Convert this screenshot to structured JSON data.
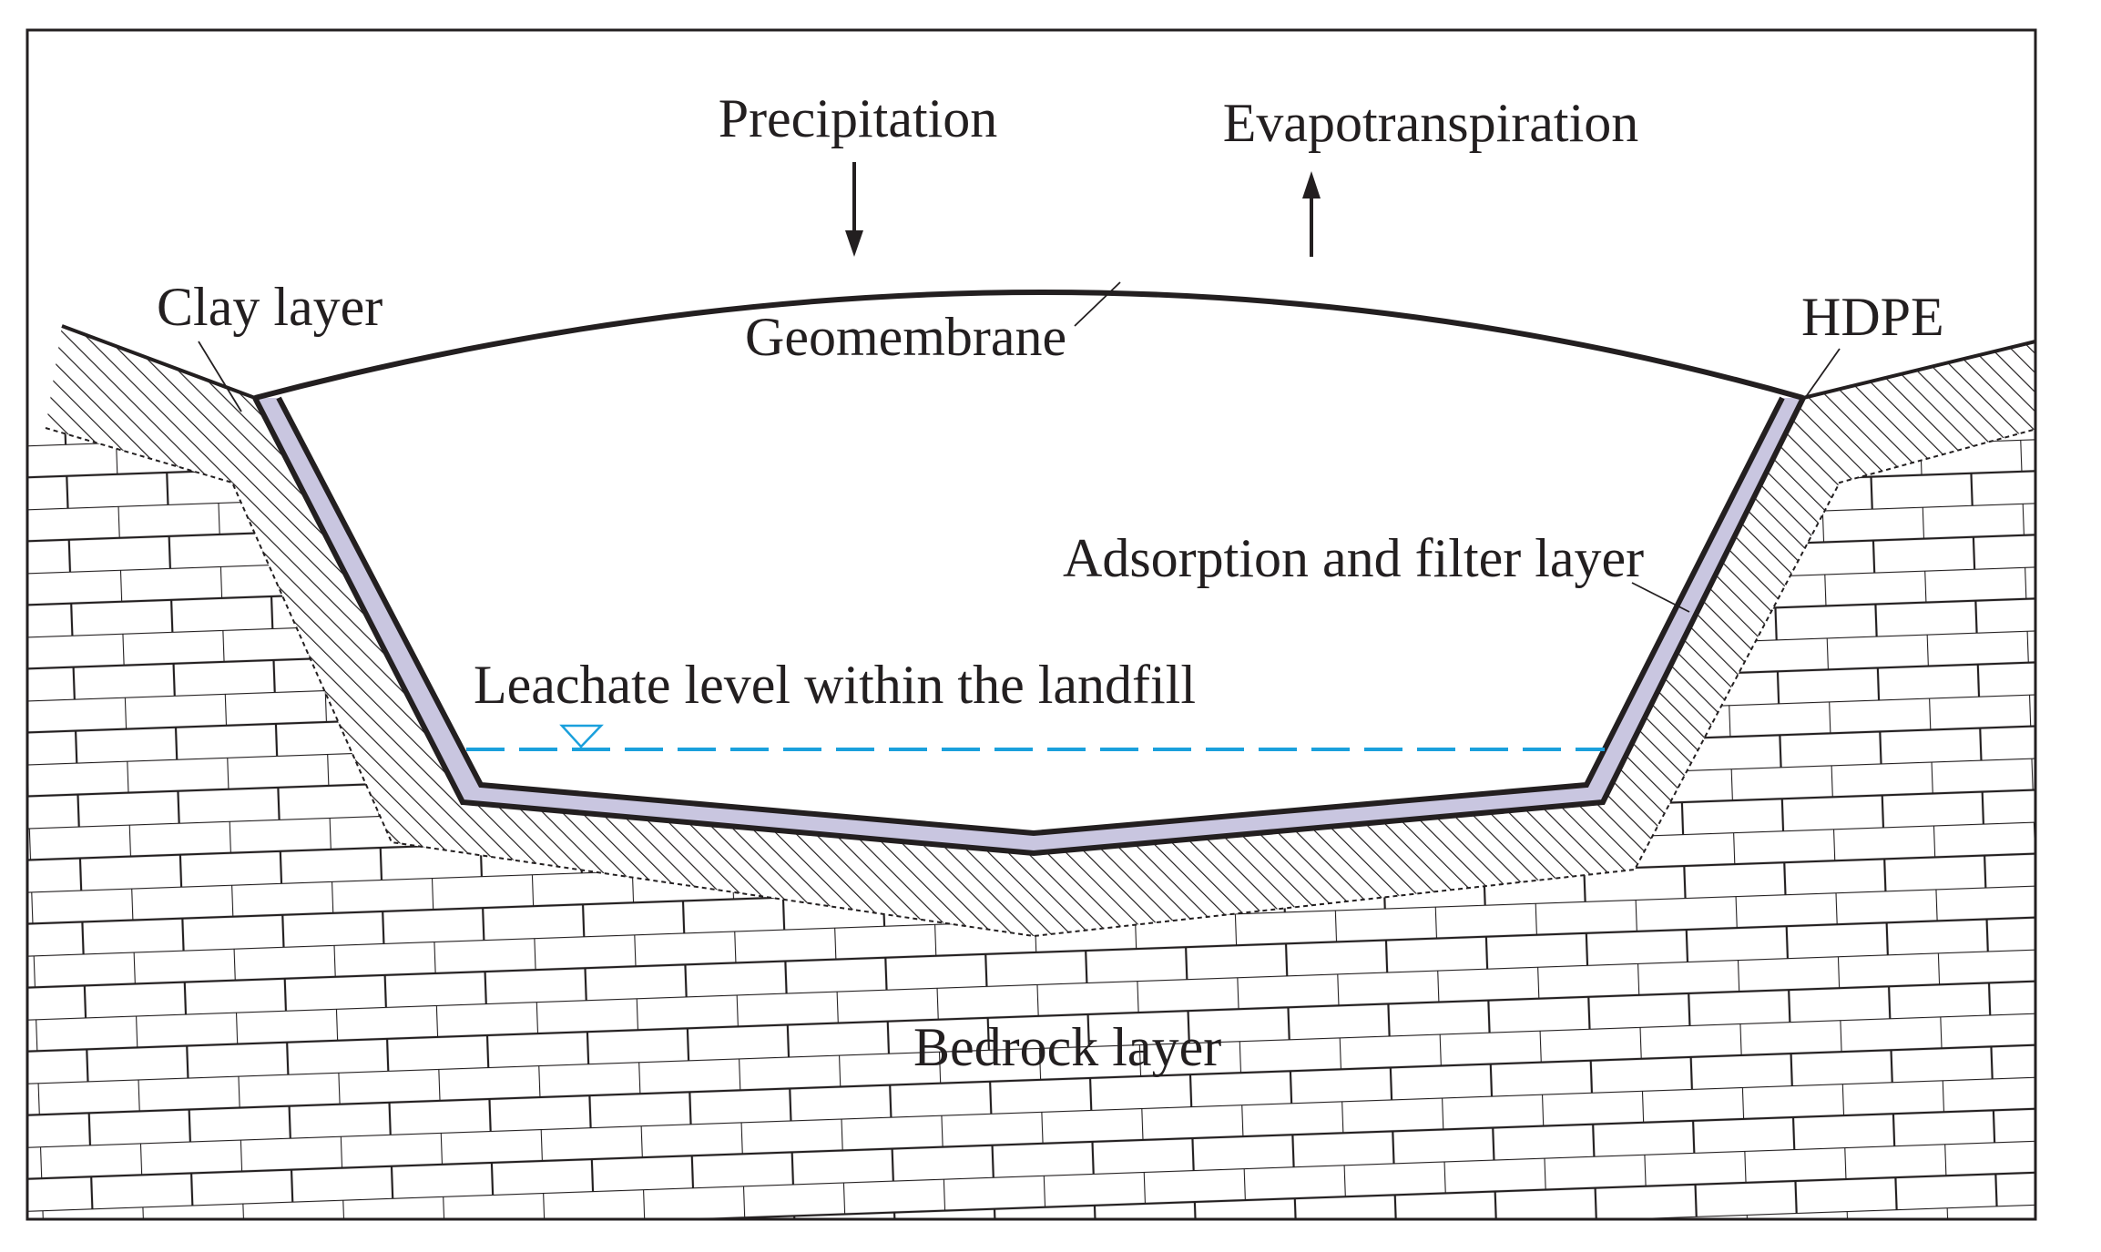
{
  "labels": {
    "precipitation": "Precipitation",
    "evapotranspiration": "Evapotranspiration",
    "clay_layer": "Clay layer",
    "geomembrane": "Geomembrane",
    "hdpe": "HDPE",
    "adsorption_filter": "Adsorption and filter layer",
    "leachate_level": "Leachate level within the landfill",
    "bedrock": "Bedrock layer"
  },
  "colors": {
    "line": "#231f20",
    "liner_fill": "#c9c6e0",
    "leachate": "#1aa0dc",
    "background": "#ffffff"
  }
}
